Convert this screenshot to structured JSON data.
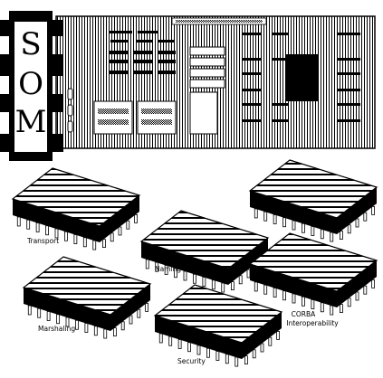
{
  "board": {
    "logo_letters": [
      "S",
      "O",
      "M"
    ]
  },
  "modules": [
    {
      "label": "Transport"
    },
    {
      "label": "Naming"
    },
    {
      "label": "Marshaling"
    },
    {
      "label": "Security"
    },
    {
      "label": "CORBA",
      "label_line2": "Interoperability"
    }
  ]
}
